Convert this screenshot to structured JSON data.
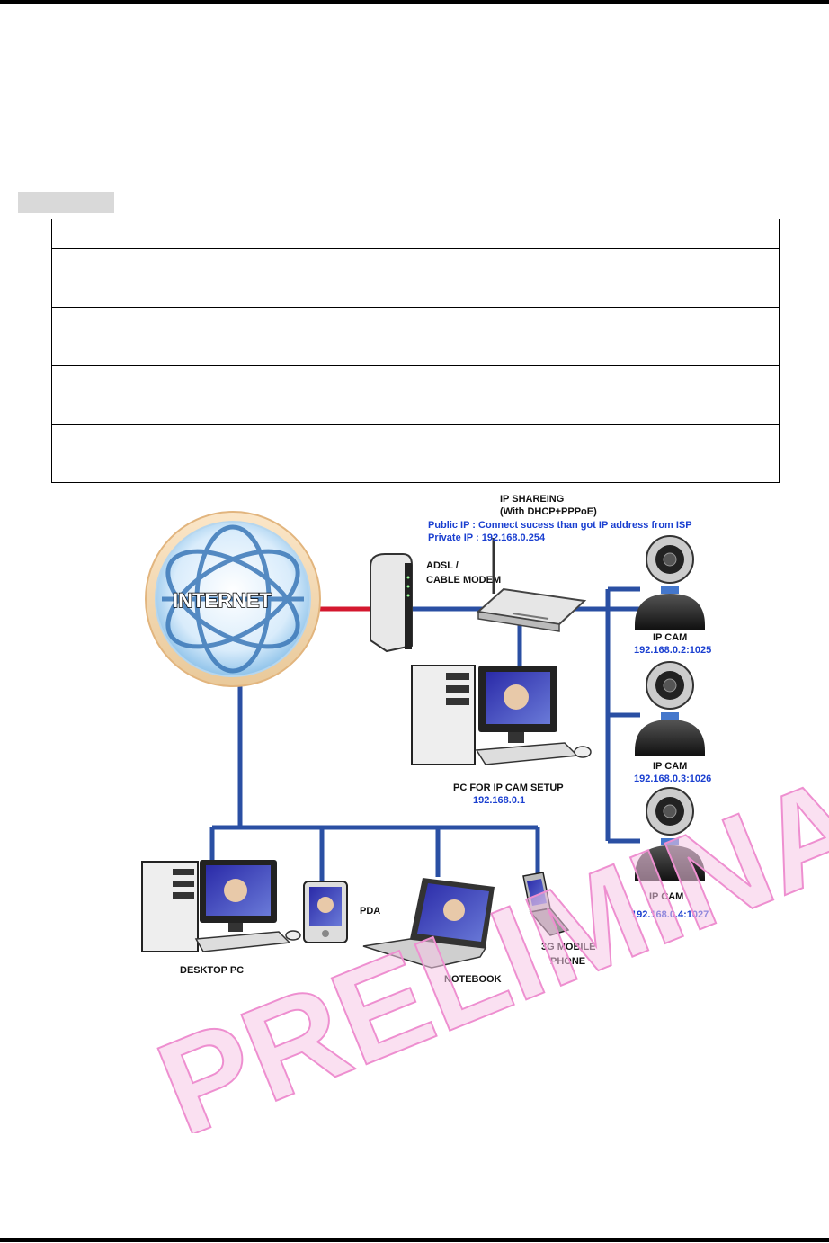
{
  "diagram": {
    "internet_label": "INTERNET",
    "modem_label_1": "ADSL /",
    "modem_label_2": "CABLE MODEM",
    "router_title_1": "IP SHAREING",
    "router_title_2": "(With DHCP+PPPoE)",
    "public_ip": "Public IP : Connect sucess than got IP address from ISP",
    "private_ip": "Private IP : 192.168.0.254",
    "setup_pc_label": "PC FOR IP CAM SETUP",
    "setup_pc_ip": "192.168.0.1",
    "cameras": [
      {
        "label": "IP CAM",
        "address": "192.168.0.2:1025"
      },
      {
        "label": "IP CAM",
        "address": "192.168.0.3:1026"
      },
      {
        "label": "IP CAM",
        "address": "192.168.0.4:1027"
      }
    ],
    "clients": {
      "desktop": "DESKTOP PC",
      "pda": "PDA",
      "notebook": "NOTEBOOK",
      "phone_1": "3G MOBILE",
      "phone_2": "PHONE"
    },
    "watermark": "PRELIMINARY",
    "colors": {
      "link_blue": "#2a4fa3",
      "wan_red": "#d4182f",
      "ip_text": "#1a3fd0",
      "watermark": "#f2a9dc"
    }
  }
}
